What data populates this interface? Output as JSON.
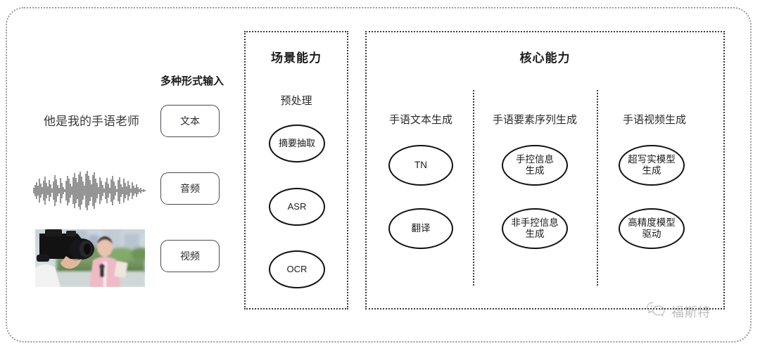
{
  "diagram": {
    "input_section": {
      "heading": "多种形式输入",
      "sample_text": "他是我的手语老师",
      "chips": [
        {
          "label": "文本",
          "icon": "text-icon"
        },
        {
          "label": "音频",
          "icon": "waveform-icon"
        },
        {
          "label": "视频",
          "icon": "video-icon"
        }
      ],
      "waveform_name": "audio-waveform",
      "thumbnail_name": "video-thumbnail-reporter-cameraman"
    },
    "scene_section": {
      "title": "场景能力",
      "group_label": "预处理",
      "nodes": [
        {
          "label": "摘要抽取"
        },
        {
          "label": "ASR"
        },
        {
          "label": "OCR"
        }
      ]
    },
    "core_section": {
      "title": "核心能力",
      "columns": [
        {
          "label": "手语文本生成",
          "nodes": [
            {
              "label": "TN"
            },
            {
              "label": "翻译"
            }
          ]
        },
        {
          "label": "手语要素序列生成",
          "nodes": [
            {
              "label": "手控信息\n生成"
            },
            {
              "label": "非手控信息\n生成"
            }
          ]
        },
        {
          "label": "手语视频生成",
          "nodes": [
            {
              "label": "超写实模型\n生成"
            },
            {
              "label": "高精度模型\n驱动"
            }
          ]
        }
      ]
    },
    "watermark": {
      "text": "福斯特",
      "icon": "wechat-icon"
    },
    "colors": {
      "frame_dotted": "#9a9a9a",
      "section_dotted": "#3c3c3c",
      "ellipse_stroke": "#111111",
      "chip_stroke": "#4a4a57",
      "text": "#1a1a1a",
      "background": "#ffffff"
    }
  }
}
